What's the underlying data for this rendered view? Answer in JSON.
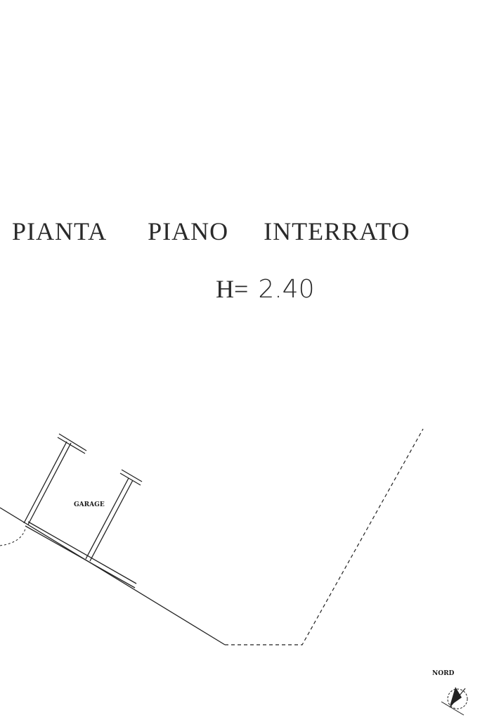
{
  "title": {
    "word1": "PIANTA",
    "word2": "PIANO",
    "word3": "INTERRATO"
  },
  "height": {
    "prefix": "H=",
    "value": "2.40"
  },
  "rooms": {
    "garage": "GARAGE"
  },
  "north_arrow": {
    "label": "NORD"
  }
}
